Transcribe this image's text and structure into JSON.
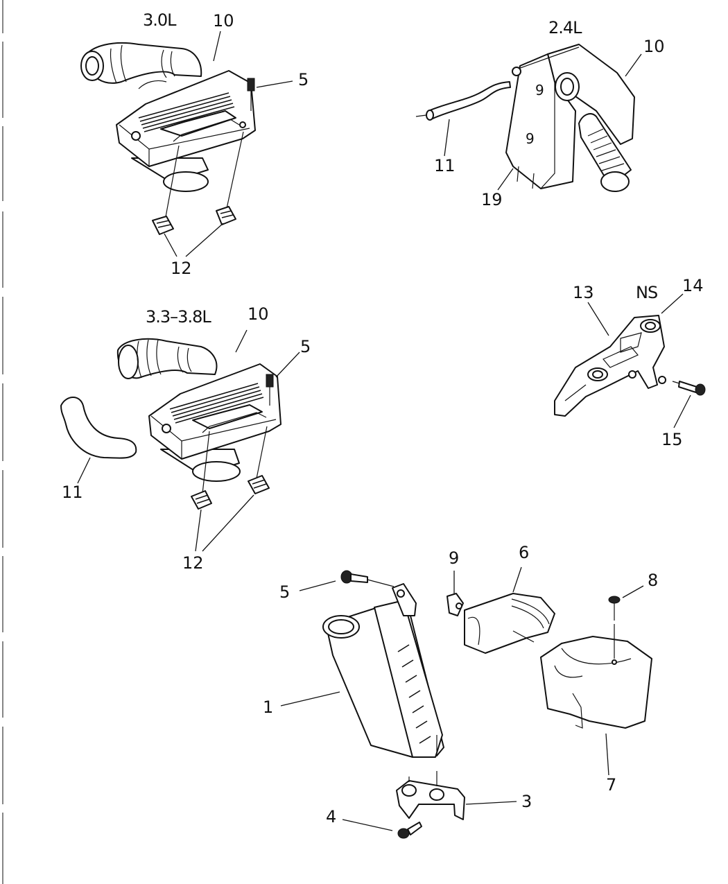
{
  "groups": {
    "g30": {
      "title": "3.0L",
      "callouts": [
        "10",
        "5",
        "12"
      ]
    },
    "g24": {
      "title": "2.4L",
      "callouts": [
        "10",
        "11",
        "19"
      ]
    },
    "g33": {
      "title": "3.3–3.8L",
      "callouts": [
        "10",
        "5",
        "11",
        "12"
      ]
    },
    "gNS": {
      "title": "NS",
      "callouts": [
        "13",
        "14",
        "15"
      ]
    },
    "gBottom": {
      "callouts": [
        "5",
        "9",
        "6",
        "8",
        "1",
        "7",
        "3",
        "4"
      ]
    }
  }
}
